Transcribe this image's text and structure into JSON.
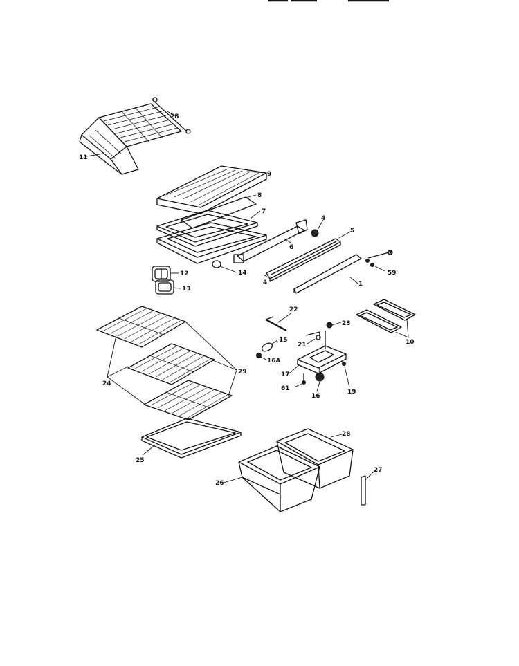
{
  "callouts": {
    "c1": "1",
    "c3": "3",
    "c4a": "4",
    "c4b": "4",
    "c5": "5",
    "c6": "6",
    "c7": "7",
    "c8": "8",
    "c9": "9",
    "c10": "10",
    "c11": "11",
    "c12": "12",
    "c13": "13",
    "c14": "14",
    "c15": "15",
    "c16": "16",
    "c16a": "16A",
    "c17": "17",
    "c19": "19",
    "c21": "21",
    "c22": "22",
    "c23": "23",
    "c24": "24",
    "c25": "25",
    "c26": "26",
    "c27": "27",
    "c28": "28",
    "c28b": "28",
    "c29": "29",
    "c59": "59",
    "c61": "61"
  }
}
